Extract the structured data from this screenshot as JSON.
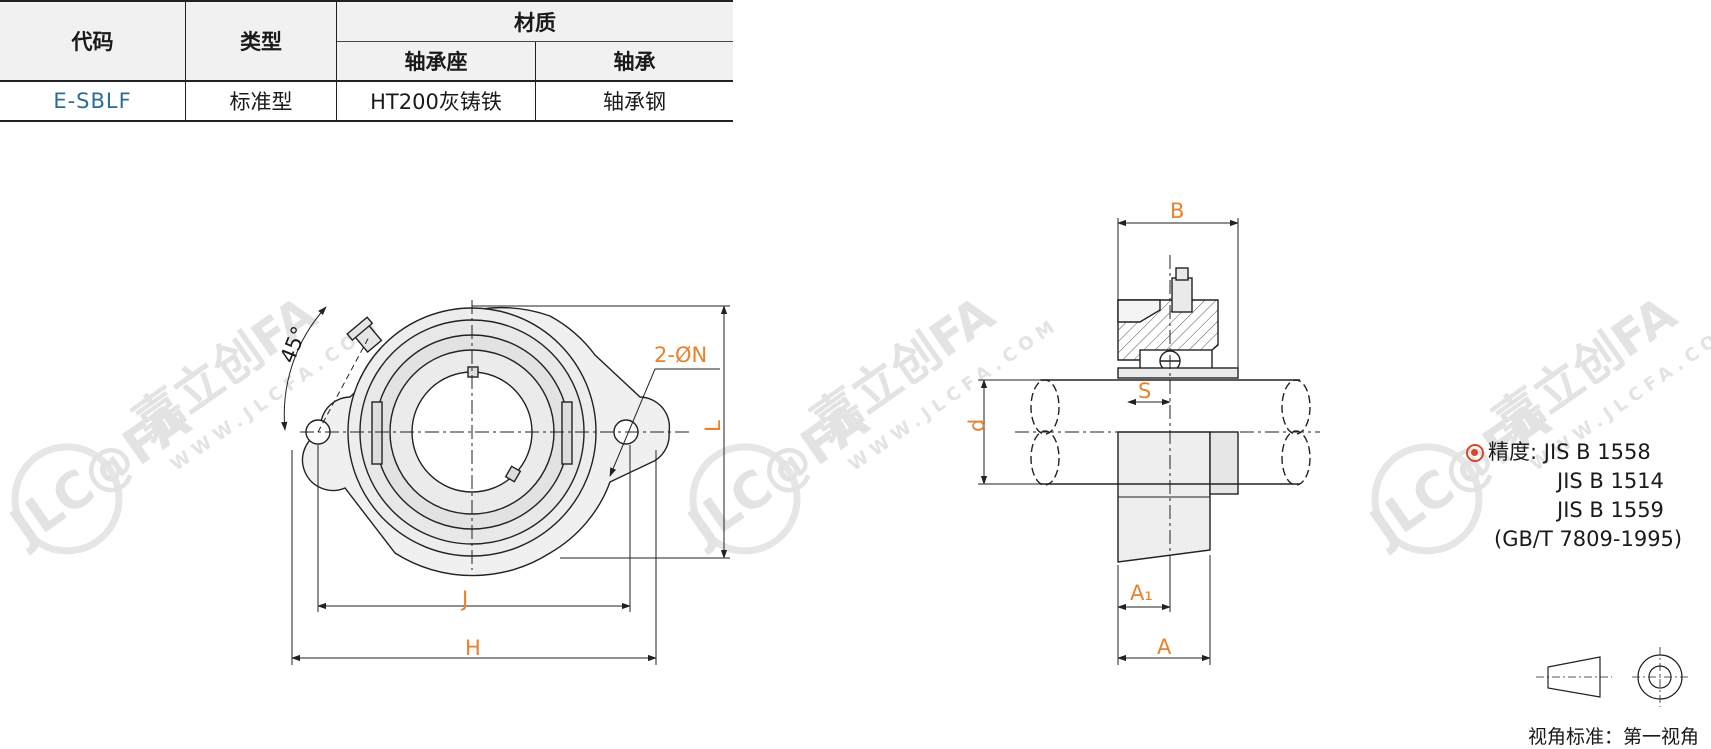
{
  "table": {
    "headers": {
      "code": "代码",
      "type": "类型",
      "material": "材质",
      "housing": "轴承座",
      "bearing": "轴承"
    },
    "row": {
      "code": "E-SBLF",
      "type": "标准型",
      "housing_material": "HT200灰铸铁",
      "bearing_material": "轴承钢"
    }
  },
  "dimensions": {
    "angle": "45°",
    "holes": "2-ØN",
    "L": "L",
    "J": "J",
    "H": "H",
    "B": "B",
    "S": "S",
    "d": "d",
    "A1": "A₁",
    "A": "A"
  },
  "precision": {
    "label": "精度:",
    "standards": [
      "JIS B 1558",
      "JIS B 1514",
      "JIS B 1559",
      "(GB/T 7809-1995)"
    ]
  },
  "view": {
    "label": "视角标准：第一视角"
  },
  "watermark": {
    "brand": "嘉立创FA",
    "logo": "JLC@FA",
    "url": "WWW.JLCFA.COM"
  },
  "colors": {
    "dimension": "#e8822c",
    "accent": "#2d6c96",
    "bullet": "#d9472b"
  }
}
